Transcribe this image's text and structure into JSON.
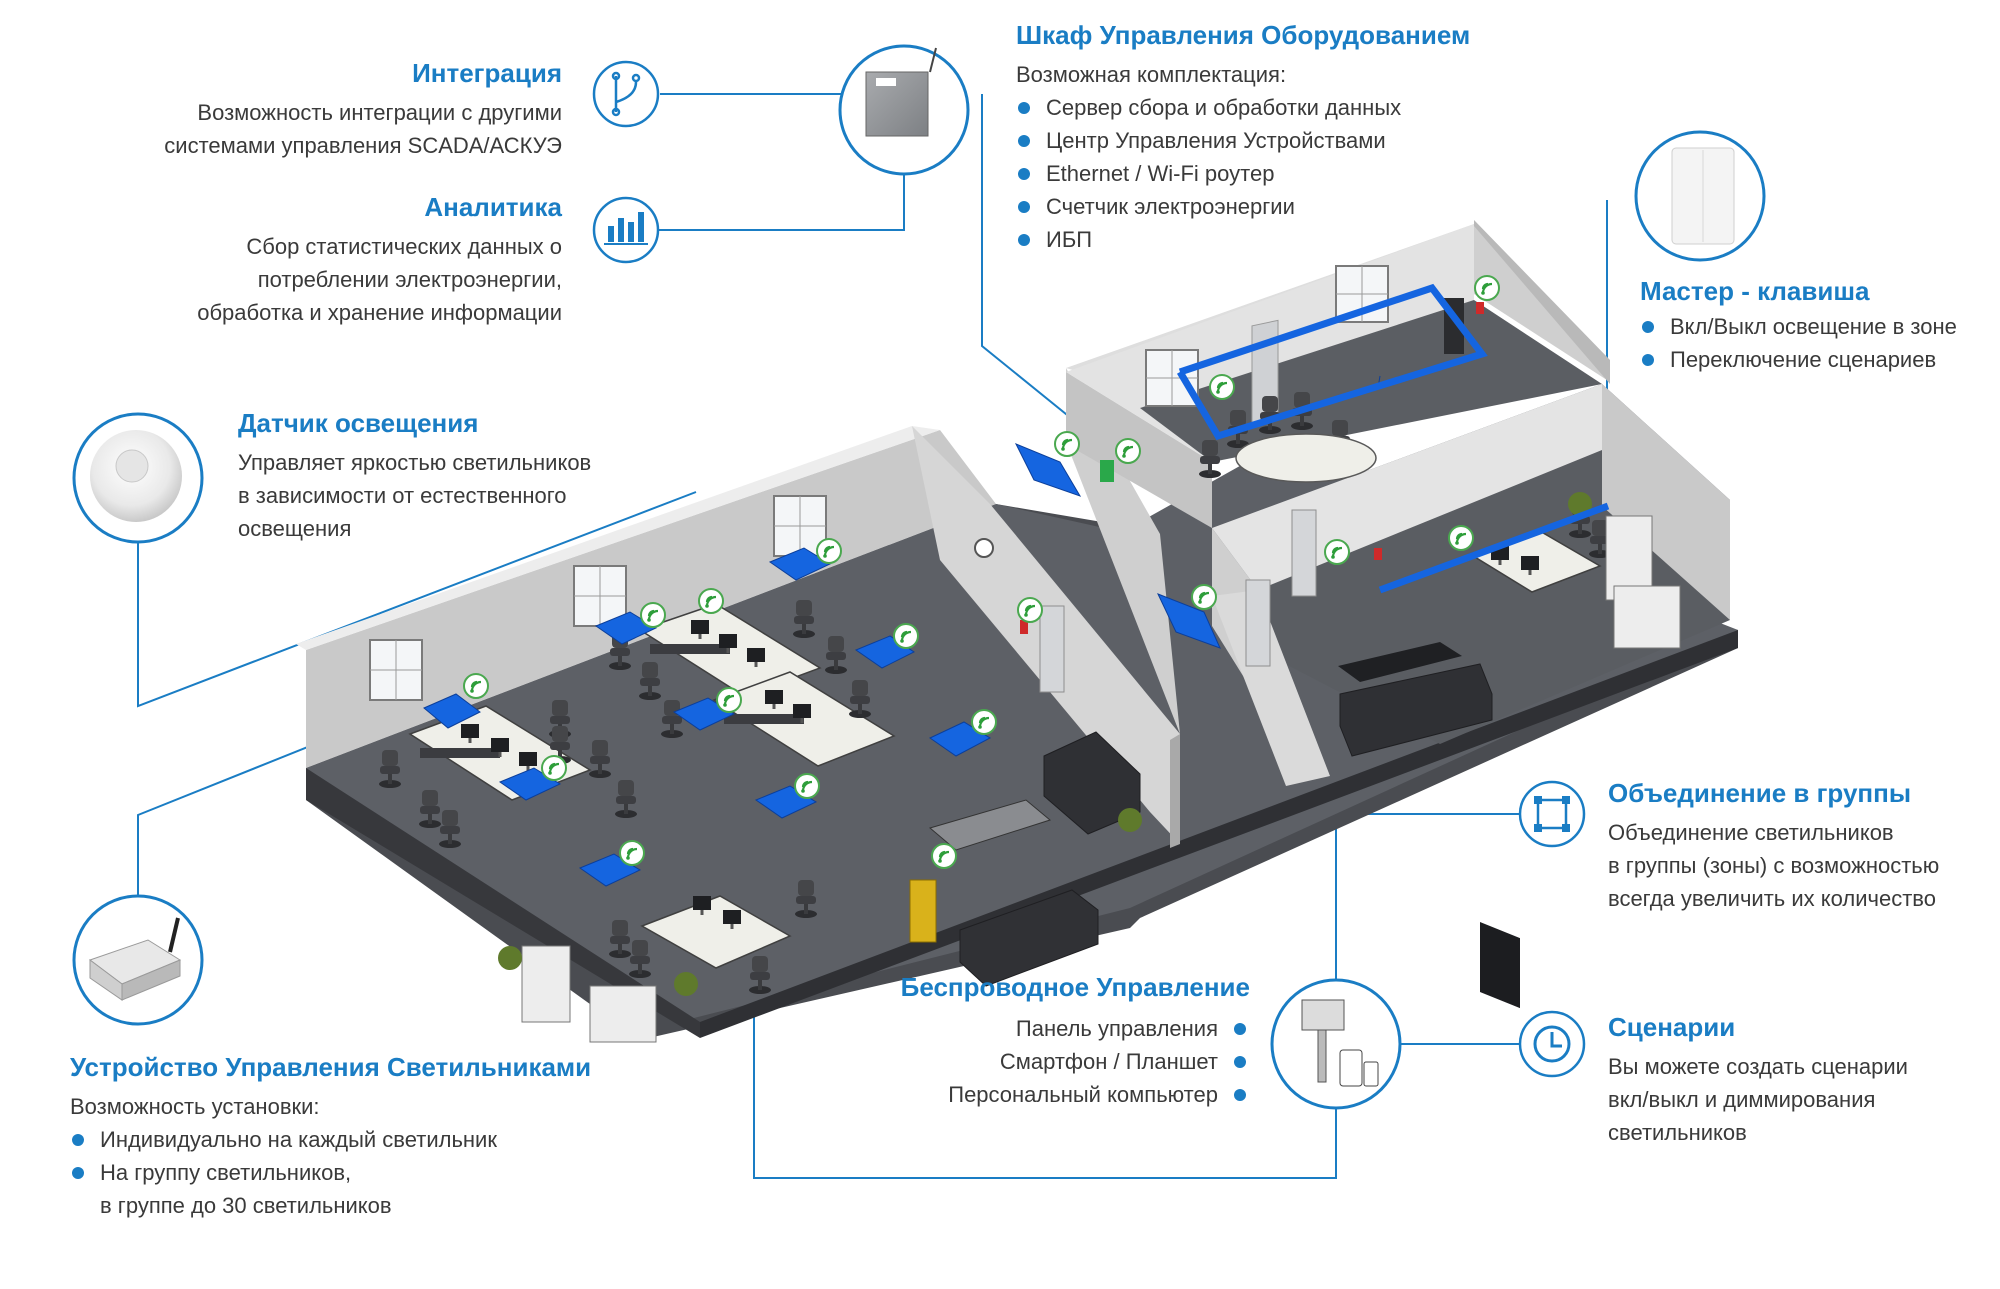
{
  "integration": {
    "title": "Интеграция",
    "lines": [
      "Возможность интеграции с другими",
      "системами управления SCADA/АСКУЭ"
    ]
  },
  "analytics": {
    "title": "Аналитика",
    "lines": [
      "Сбор статистических данных о",
      "потреблении электроэнергии,",
      "обработка и хранение информации"
    ]
  },
  "cabinet": {
    "title": "Шкаф Управления Оборудованием",
    "subtitle": "Возможная комплектация:",
    "items": [
      "Сервер сбора и обработки данных",
      "Центр Управления Устройствами",
      "Ethernet / Wi-Fi роутер",
      "Счетчик электроэнергии",
      "ИБП"
    ]
  },
  "master_key": {
    "title": "Мастер - клавиша",
    "items": [
      "Вкл/Выкл освещение в зоне",
      "Переключение сценариев"
    ]
  },
  "light_sensor": {
    "title": "Датчик освещения",
    "lines": [
      "Управляет яркостью светильников",
      "в зависимости от естественного",
      "освещения"
    ]
  },
  "groups": {
    "title": "Объединение в группы",
    "lines": [
      "Объединение светильников",
      "в группы (зоны) с возможностью",
      "всегда увеличить их количество"
    ]
  },
  "wireless": {
    "title": "Беспроводное Управление",
    "items": [
      "Панель управления",
      "Смартфон / Планшет",
      "Персональный компьютер"
    ]
  },
  "scenarios": {
    "title": "Сценарии",
    "lines": [
      "Вы можете создать сценарии",
      "вкл/выкл и диммирования",
      "светильников"
    ]
  },
  "controller": {
    "title": "Устройство Управления Светильниками",
    "subtitle": "Возможность установки:",
    "items": [
      "Индивидуально на каждый светильник",
      "На группу светильников,"
    ],
    "continuation": "в группе до 30 светильников"
  },
  "colors": {
    "accent": "#1a7dc4",
    "floor": "#5b5e63",
    "wall": "#d9d9d9",
    "lamp": "#1565e0",
    "signal": "#2e9e3a"
  },
  "icons": [
    "branch-icon",
    "bar-chart-icon",
    "group-icon",
    "clock-icon",
    "wifi-icon"
  ]
}
